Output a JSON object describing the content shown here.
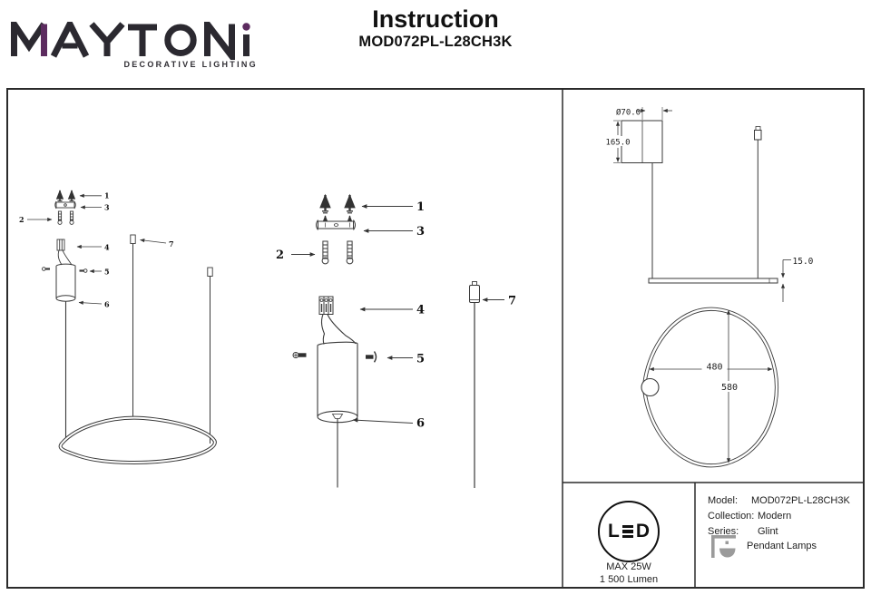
{
  "header": {
    "brand": "MAYTONI",
    "brand_tagline": "DECORATIVE LIGHTING",
    "title": "Instruction",
    "model": "MOD072PL-L28CH3K"
  },
  "colors": {
    "brand_dark": "#2b2930",
    "brand_purple": "#5c2b5f",
    "line": "#3a3a3a",
    "icon_gray": "#9b9b9b"
  },
  "parts": {
    "n1": "1",
    "n2": "2",
    "n3": "3",
    "n4": "4",
    "n5": "5",
    "n6": "6",
    "n7": "7"
  },
  "dimensions": {
    "canopy_diameter": "Ø70.0",
    "canopy_height": "165.0",
    "ring_profile_height": "15.0",
    "ring_width": "480",
    "ring_depth": "580"
  },
  "spec": {
    "led": "LED",
    "led_letters": {
      "l": "L",
      "d": "D"
    },
    "max_power": "MAX 25W",
    "luminous_flux": "1 500 Lumen",
    "model_label": "Model:",
    "model_value": "MOD072PL-L28CH3K",
    "collection_label": "Collection:",
    "collection_value": "Modern",
    "series_label": "Series:",
    "series_value": "Glint",
    "series_type": "Pendant Lamps"
  }
}
